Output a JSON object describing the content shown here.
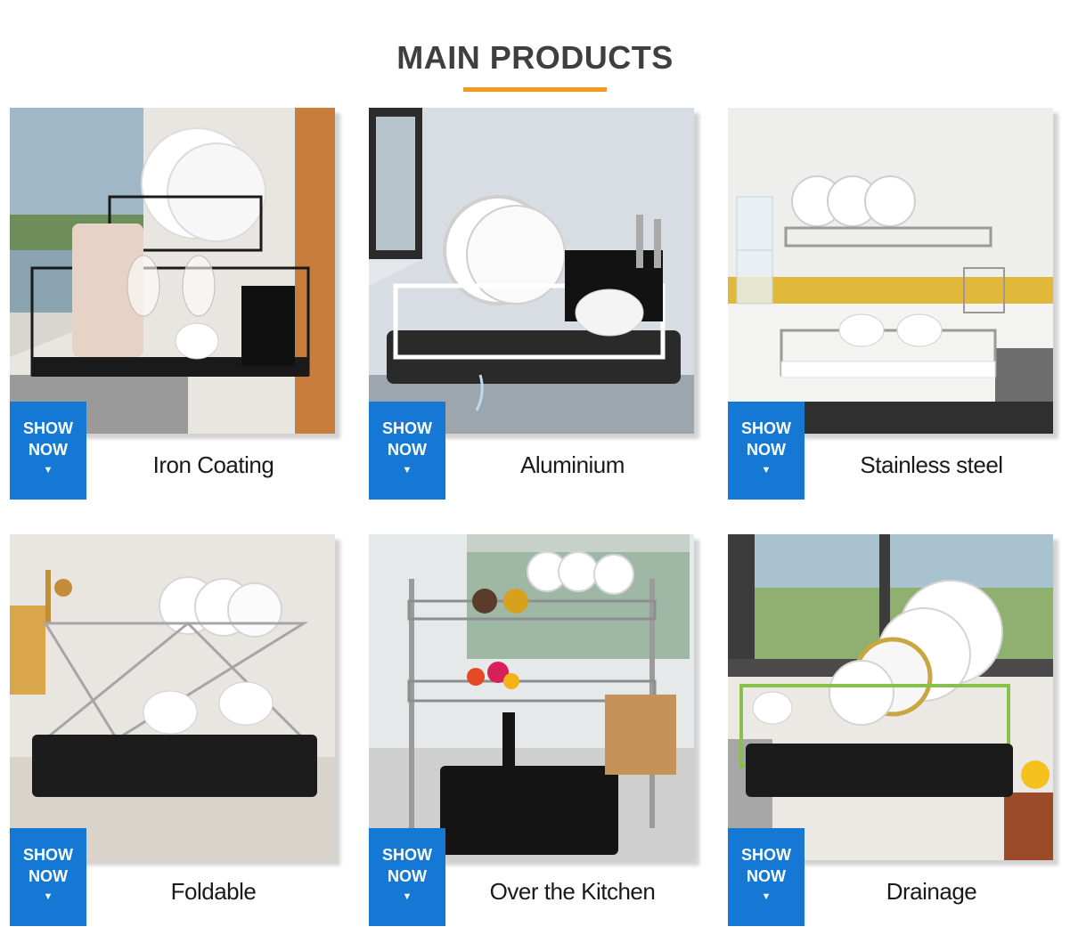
{
  "section": {
    "title": "MAIN PRODUCTS",
    "accent_color": "#f39a1c",
    "button_color": "#1478d4"
  },
  "products": [
    {
      "caption": "Iron Coating",
      "button_line1": "SHOW",
      "button_line2": "NOW",
      "button_icon": "triangle-down-icon"
    },
    {
      "caption": "Aluminium",
      "button_line1": "SHOW",
      "button_line2": "NOW",
      "button_icon": "triangle-down-icon"
    },
    {
      "caption": "Stainless steel",
      "button_line1": "SHOW",
      "button_line2": "NOW",
      "button_icon": "triangle-down-icon"
    },
    {
      "caption": "Foldable",
      "button_line1": "SHOW",
      "button_line2": "NOW",
      "button_icon": "triangle-down-icon"
    },
    {
      "caption": "Over the Kitchen",
      "button_line1": "SHOW",
      "button_line2": "NOW",
      "button_icon": "triangle-down-icon"
    },
    {
      "caption": "Drainage",
      "button_line1": "SHOW",
      "button_line2": "NOW",
      "button_icon": "triangle-down-icon"
    }
  ]
}
